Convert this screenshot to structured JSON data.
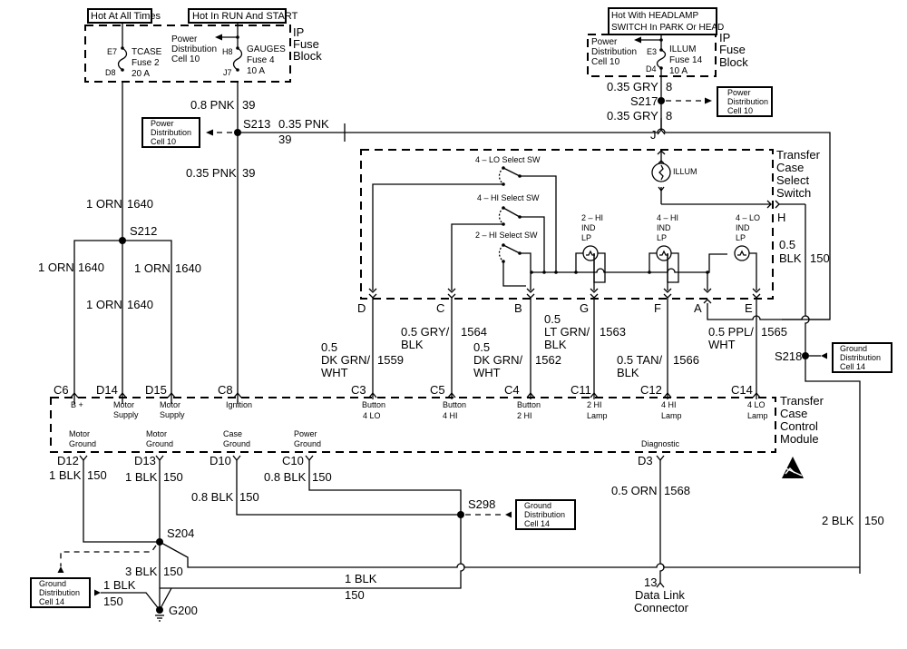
{
  "power_sources": {
    "hot_at_all_times": "Hot At All Times",
    "hot_in_run_and_start": "Hot In RUN And START",
    "hot_with_headlamp_line1": "Hot With HEADLAMP",
    "hot_with_headlamp_line2": "SWITCH In PARK Or HEAD"
  },
  "ip_fuse_block": {
    "label_line1": "IP",
    "label_line2": "Fuse",
    "label_line3": "Block",
    "fuse_tcase": {
      "top_pin": "E7",
      "bottom_pin": "D8",
      "name": "TCASE",
      "fuse": "Fuse 2",
      "rating": "20 A"
    },
    "fuse_gauges": {
      "top_pin": "H8",
      "bottom_pin": "J7",
      "name": "GAUGES",
      "fuse": "Fuse 4",
      "rating": "10 A"
    },
    "fuse_illum": {
      "top_pin": "E3",
      "bottom_pin": "D4",
      "name": "ILLUM",
      "fuse": "Fuse 14",
      "rating": "10 A"
    },
    "power_dist_line1": "Power",
    "power_dist_line2": "Distribution",
    "power_dist_line3": "Cell 10"
  },
  "ref_boxes": {
    "power_line1": "Power",
    "power_line2": "Distribution",
    "power_line3": "Cell 10",
    "ground_line1": "Ground",
    "ground_line2": "Distribution",
    "ground_line3": "Cell 14"
  },
  "wires": {
    "pnk_08": "0.8 PNK",
    "pnk_035": "0.35 PNK",
    "circuit_39": "39",
    "gry_035": "0.35 GRY",
    "circuit_8": "8",
    "orn_1": "1 ORN",
    "circuit_1640": "1640",
    "blk_05_a": "0.5",
    "blk_05_b": "BLK",
    "circuit_150": "150",
    "dkgrn_1_a": "0.5",
    "dkgrn_1_b": "DK GRN/",
    "dkgrn_1_c": "WHT",
    "circuit_1559": "1559",
    "grybk_a": "0.5 GRY/",
    "grybk_b": "BLK",
    "circuit_1564": "1564",
    "dkgrn_2_a": "0.5",
    "dkgrn_2_b": "DK GRN/",
    "dkgrn_2_c": "WHT",
    "circuit_1562": "1562",
    "ltgrn_a": "0.5",
    "ltgrn_b": "LT GRN/",
    "ltgrn_c": "BLK",
    "circuit_1563": "1563",
    "tan_a": "0.5 TAN/",
    "tan_b": "BLK",
    "circuit_1566": "1566",
    "ppl_a": "0.5 PPL/",
    "ppl_b": "WHT",
    "circuit_1565": "1565",
    "blk_1": "1 BLK",
    "blk_08": "0.8 BLK",
    "blk_3": "3 BLK",
    "blk_2": "2 BLK",
    "orn_05": "0.5 ORN",
    "circuit_1568": "1568"
  },
  "splices": {
    "s213": "S213",
    "s217": "S217",
    "s212": "S212",
    "s218": "S218",
    "s298": "S298",
    "s204": "S204",
    "g200": "G200"
  },
  "select_switch": {
    "label_line1": "Transfer",
    "label_line2": "Case",
    "label_line3": "Select",
    "label_line4": "Switch",
    "sw_4lo": "4 – LO Select SW",
    "sw_4hi": "4 – HI Select SW",
    "sw_2hi": "2 – HI Select SW",
    "illum": "ILLUM",
    "lamp_2hi": [
      "2 – HI",
      "IND",
      "LP"
    ],
    "lamp_4hi": [
      "4 – HI",
      "IND",
      "LP"
    ],
    "lamp_4lo": [
      "4 – LO",
      "IND",
      "LP"
    ],
    "pins": {
      "J": "J",
      "H": "H",
      "D": "D",
      "C": "C",
      "B": "B",
      "G": "G",
      "F": "F",
      "A": "A",
      "E": "E"
    }
  },
  "control_module": {
    "label_line1": "Transfer",
    "label_line2": "Case",
    "label_line3": "Control",
    "label_line4": "Module",
    "top_pins": [
      {
        "pin": "C6",
        "l1": "B +",
        "l2": ""
      },
      {
        "pin": "D14",
        "l1": "Motor",
        "l2": "Supply"
      },
      {
        "pin": "D15",
        "l1": "Motor",
        "l2": "Supply"
      },
      {
        "pin": "C8",
        "l1": "Ignition",
        "l2": ""
      },
      {
        "pin": "C3",
        "l1": "Button",
        "l2": "4 LO"
      },
      {
        "pin": "C5",
        "l1": "Button",
        "l2": "4 HI"
      },
      {
        "pin": "C4",
        "l1": "Button",
        "l2": "2 HI"
      },
      {
        "pin": "C11",
        "l1": "2 HI",
        "l2": "Lamp"
      },
      {
        "pin": "C12",
        "l1": "4 HI",
        "l2": "Lamp"
      },
      {
        "pin": "C14",
        "l1": "4 LO",
        "l2": "Lamp"
      }
    ],
    "bottom_pins": [
      {
        "pin": "D12",
        "l1": "Motor",
        "l2": "Ground"
      },
      {
        "pin": "D13",
        "l1": "Motor",
        "l2": "Ground"
      },
      {
        "pin": "D10",
        "l1": "Case",
        "l2": "Ground"
      },
      {
        "pin": "C10",
        "l1": "Power",
        "l2": "Ground"
      },
      {
        "pin": "D3",
        "l1": "Diagnostic",
        "l2": ""
      }
    ],
    "esd_icon": "esd-warning-icon"
  },
  "data_link_connector": {
    "pin": "13",
    "line1": "Data Link",
    "line2": "Connector"
  }
}
